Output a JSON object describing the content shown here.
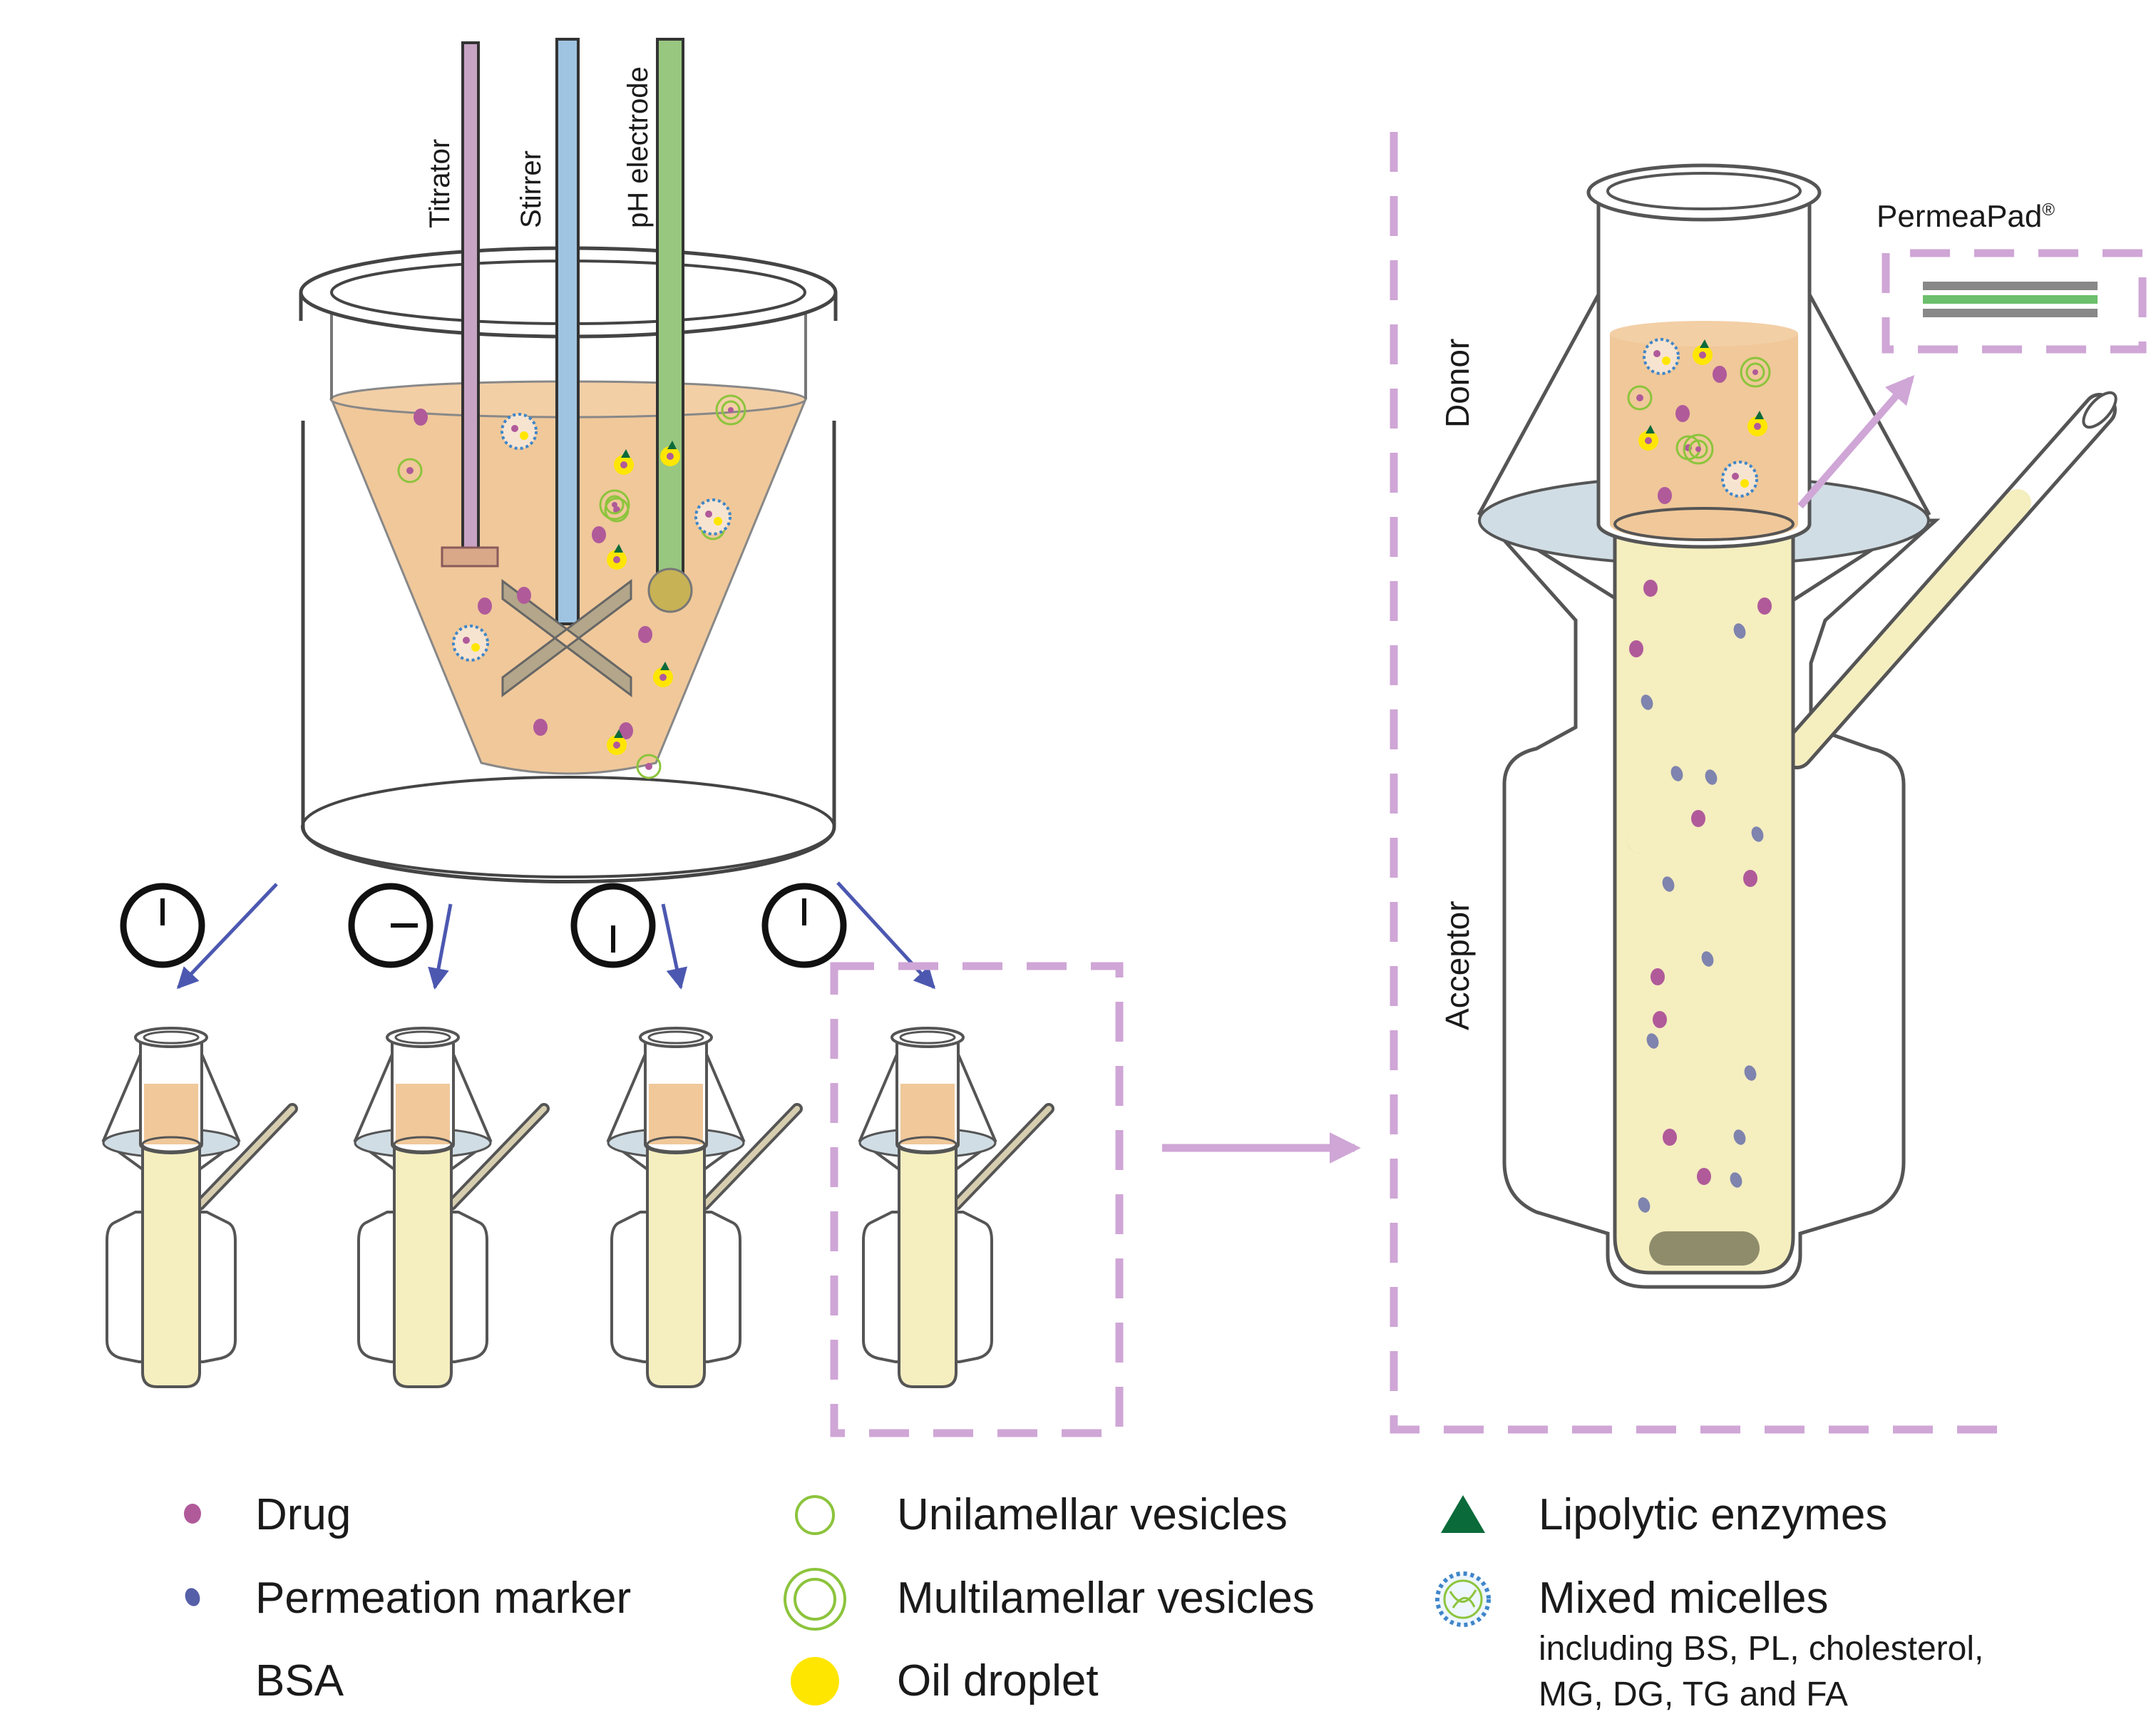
{
  "probes": {
    "titrator": "Titrator",
    "stirrer": "Stirrer",
    "ph_electrode": "pH electrode"
  },
  "detail": {
    "donor": "Donor",
    "acceptor": "Acceptor",
    "membrane": "PermeaPad",
    "membrane_mark": "®"
  },
  "legend": {
    "drug": "Drug",
    "permeation_marker": "Permeation marker",
    "bsa": "BSA",
    "unilamellar": "Unilamellar vesicles",
    "multilamellar": "Multilamellar vesicles",
    "oil_droplet": "Oil droplet",
    "enzymes": "Lipolytic enzymes",
    "mixed_micelles": "Mixed micelles",
    "mixed_micelles_line1": "including BS, PL, cholesterol,",
    "mixed_micelles_line2": "MG, DG, TG and FA"
  },
  "colors": {
    "donor_fill": "#f0c89a",
    "acceptor_fill": "#f5eebf",
    "membrane_ring": "#d0dde5",
    "dashed_box": "#cfa6d6",
    "time_arrow": "#4c58b0",
    "titrator": "#c8a4c4",
    "stirrer": "#9ec4e2",
    "ph_electrode": "#98c780",
    "drug": "#b05a9a",
    "permeation_marker": "#5560a8",
    "bsa": "#2eac3c",
    "vesicle": "#8cc43c",
    "oil_droplet": "#ffe600",
    "enzyme": "#0a6a3a",
    "stir_bar": "#8f8c6c"
  },
  "icons": {
    "clock": "clock-icon",
    "arrow": "arrow-icon"
  }
}
